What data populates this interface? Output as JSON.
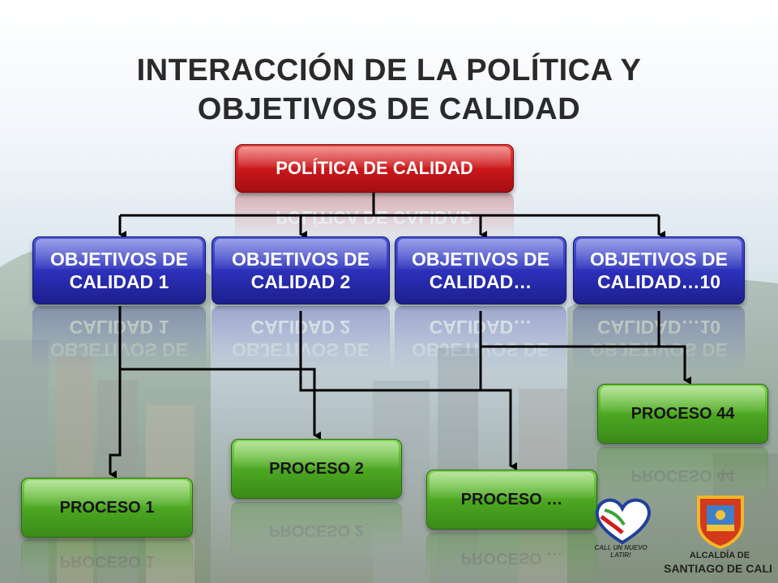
{
  "title": {
    "line1": "INTERACCIÓN DE LA POLÍTICA Y",
    "line2": "OBJETIVOS DE CALIDAD"
  },
  "politica": {
    "label": "POLÍTICA DE CALIDAD"
  },
  "objetivos": [
    {
      "label": "OBJETIVOS DE\nCALIDAD 1"
    },
    {
      "label": "OBJETIVOS DE\nCALIDAD 2"
    },
    {
      "label": "OBJETIVOS DE\nCALIDAD…"
    },
    {
      "label": "OBJETIVOS DE\nCALIDAD…10"
    }
  ],
  "procesos": [
    {
      "label": "PROCESO 1"
    },
    {
      "label": "PROCESO 2"
    },
    {
      "label": "PROCESO …"
    },
    {
      "label": "PROCESO 44"
    }
  ],
  "logos": {
    "cali_slogan": "CALI, UN NUEVO LATIR!",
    "alcaldia_line1": "ALCALDÍA DE",
    "alcaldia_line2": "SANTIAGO DE CALI"
  },
  "colors": {
    "politica": "#c9161a",
    "objetivo": "#2b2fb8",
    "proceso": "#4aa520",
    "connector": "#000000"
  }
}
